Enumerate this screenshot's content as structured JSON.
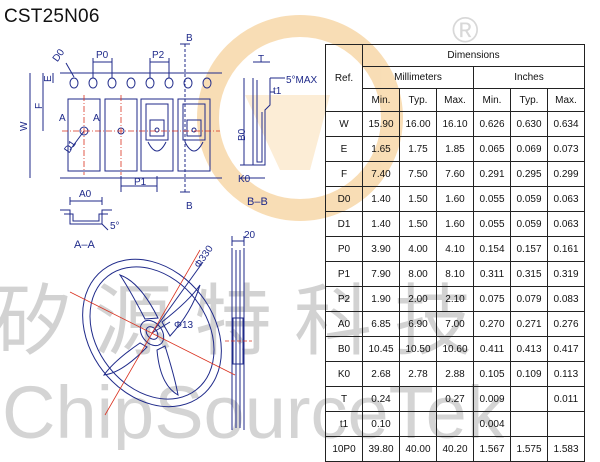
{
  "title": "CST25N06",
  "watermark": {
    "brand_cn": "矽源特科技",
    "brand_en": "ChipSourceTek",
    "registered_mark": "®"
  },
  "colors": {
    "drawing_line": "#1f2a8a",
    "center_line": "#d9301e",
    "watermark_text": "#cfcfcf",
    "logo_orange": "#f2b766"
  },
  "drawing_labels": {
    "d0": "D0",
    "p0": "P0",
    "p2": "P2",
    "b_top": "B",
    "b_bottom": "B",
    "e": "E",
    "f": "F",
    "w": "W",
    "a_left": "A",
    "a_right": "A",
    "d1": "D1",
    "p1": "P1",
    "t": "T",
    "t1": "t1",
    "max_angle": "5°MAX",
    "b0": "B0",
    "k0": "K0",
    "section_bb": "B–B",
    "a0": "A0",
    "angle_5": "5°",
    "section_aa": "A–A",
    "phi_330": "Φ330",
    "phi_13": "Φ13",
    "reel_width": "20"
  },
  "table": {
    "dimensions_header": "Dimensions",
    "ref_header": "Ref.",
    "mm_header": "Millimeters",
    "in_header": "Inches",
    "sub_headers": [
      "Min.",
      "Typ.",
      "Max.",
      "Min.",
      "Typ.",
      "Max."
    ],
    "rows": [
      {
        "ref": "W",
        "vals": [
          "15.90",
          "16.00",
          "16.10",
          "0.626",
          "0.630",
          "0.634"
        ]
      },
      {
        "ref": "E",
        "vals": [
          "1.65",
          "1.75",
          "1.85",
          "0.065",
          "0.069",
          "0.073"
        ]
      },
      {
        "ref": "F",
        "vals": [
          "7.40",
          "7.50",
          "7.60",
          "0.291",
          "0.295",
          "0.299"
        ]
      },
      {
        "ref": "D0",
        "vals": [
          "1.40",
          "1.50",
          "1.60",
          "0.055",
          "0.059",
          "0.063"
        ]
      },
      {
        "ref": "D1",
        "vals": [
          "1.40",
          "1.50",
          "1.60",
          "0.055",
          "0.059",
          "0.063"
        ]
      },
      {
        "ref": "P0",
        "vals": [
          "3.90",
          "4.00",
          "4.10",
          "0.154",
          "0.157",
          "0.161"
        ]
      },
      {
        "ref": "P1",
        "vals": [
          "7.90",
          "8.00",
          "8.10",
          "0.311",
          "0.315",
          "0.319"
        ]
      },
      {
        "ref": "P2",
        "vals": [
          "1.90",
          "2.00",
          "2.10",
          "0.075",
          "0.079",
          "0.083"
        ]
      },
      {
        "ref": "A0",
        "vals": [
          "6.85",
          "6.90",
          "7.00",
          "0.270",
          "0.271",
          "0.276"
        ]
      },
      {
        "ref": "B0",
        "vals": [
          "10.45",
          "10.50",
          "10.60",
          "0.411",
          "0.413",
          "0.417"
        ]
      },
      {
        "ref": "K0",
        "vals": [
          "2.68",
          "2.78",
          "2.88",
          "0.105",
          "0.109",
          "0.113"
        ]
      },
      {
        "ref": "T",
        "vals": [
          "0.24",
          "",
          "0.27",
          "0.009",
          "",
          "0.011"
        ]
      },
      {
        "ref": "t1",
        "vals": [
          "0.10",
          "",
          "",
          "0.004",
          "",
          ""
        ]
      },
      {
        "ref": "10P0",
        "vals": [
          "39.80",
          "40.00",
          "40.20",
          "1.567",
          "1.575",
          "1.583"
        ]
      }
    ]
  }
}
